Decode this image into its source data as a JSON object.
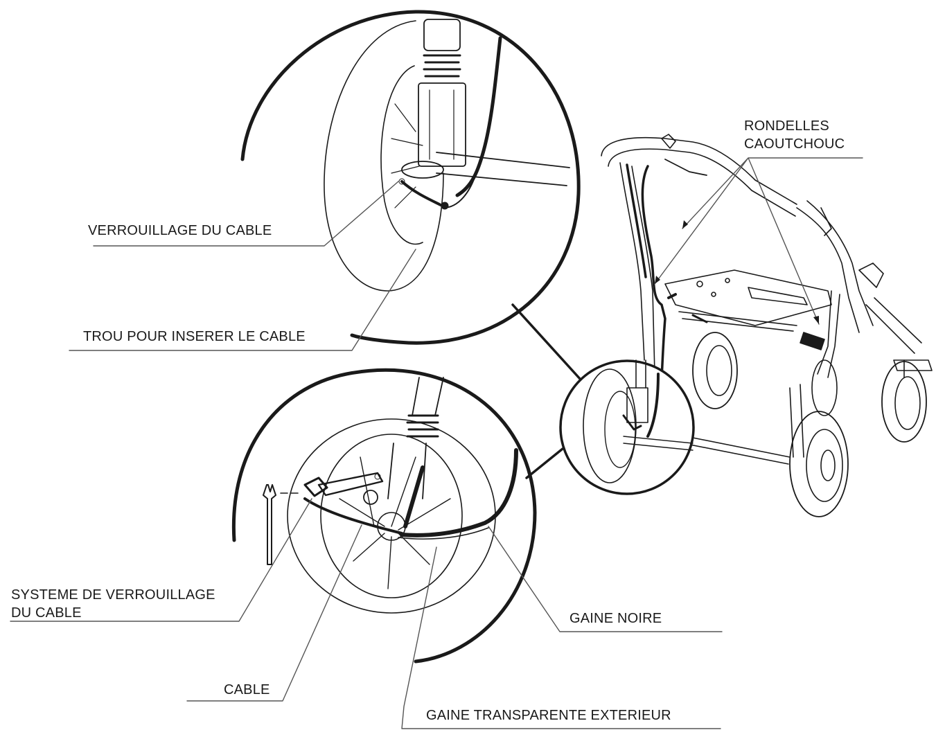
{
  "labels": {
    "verrouillage": "VERROUILLAGE DU CABLE",
    "trou": "TROU POUR INSERER LE CABLE",
    "rondelles_line1": "RONDELLES",
    "rondelles_line2": "CAOUTCHOUC",
    "systeme_line1": "SYSTEME DE VERROUILLAGE",
    "systeme_line2": "DU CABLE",
    "gaine_noire": "GAINE NOIRE",
    "cable": "CABLE",
    "gaine_transparente": "GAINE TRANSPARENTE EXTERIEUR"
  },
  "colors": {
    "ink": "#1a1a1a",
    "leader": "#555555",
    "background": "#ffffff"
  }
}
